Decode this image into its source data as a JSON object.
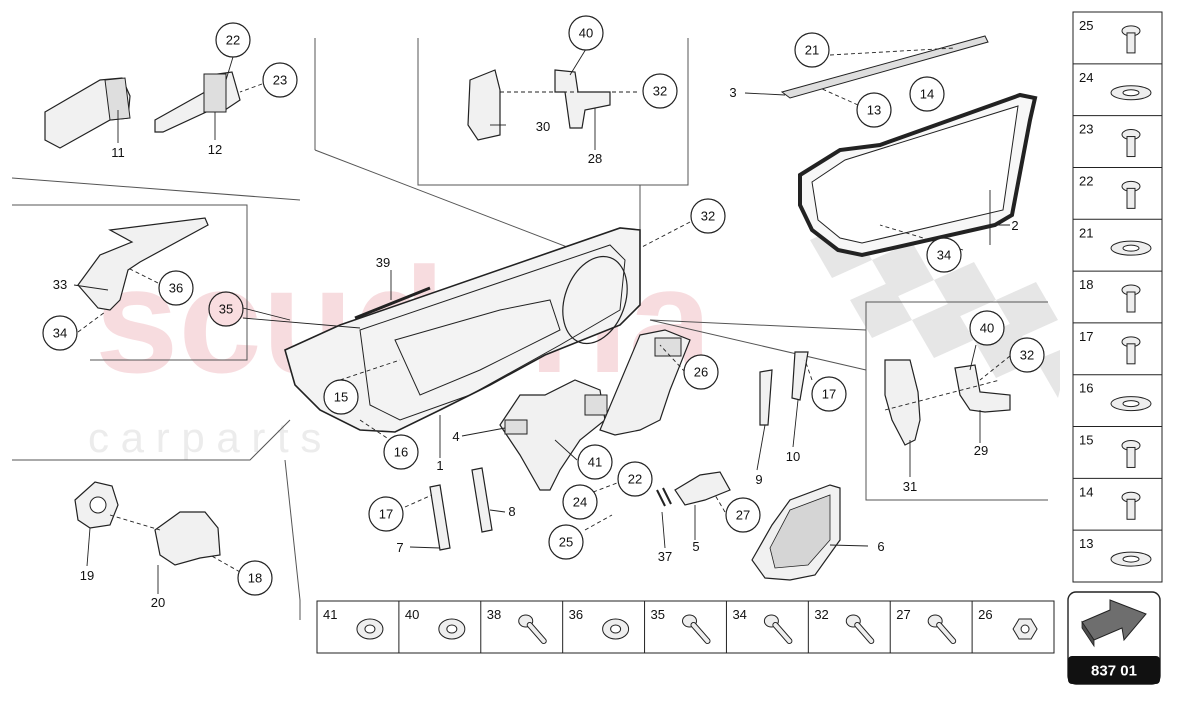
{
  "watermark": {
    "brand": "scuderia",
    "sub": "c a r p a r t s",
    "color": "#f3c6cb"
  },
  "callouts": [
    {
      "id": "c22",
      "label": "22"
    },
    {
      "id": "c23",
      "label": "23"
    },
    {
      "id": "c40a",
      "label": "40"
    },
    {
      "id": "c32a",
      "label": "32"
    },
    {
      "id": "c21",
      "label": "21"
    },
    {
      "id": "c13",
      "label": "13"
    },
    {
      "id": "c14",
      "label": "14"
    },
    {
      "id": "c32b",
      "label": "32"
    },
    {
      "id": "c34a",
      "label": "34"
    },
    {
      "id": "c36",
      "label": "36"
    },
    {
      "id": "c35",
      "label": "35"
    },
    {
      "id": "c34b",
      "label": "34"
    },
    {
      "id": "c15",
      "label": "15"
    },
    {
      "id": "c16",
      "label": "16"
    },
    {
      "id": "c26",
      "label": "26"
    },
    {
      "id": "c40b",
      "label": "40"
    },
    {
      "id": "c32c",
      "label": "32"
    },
    {
      "id": "c17a",
      "label": "17"
    },
    {
      "id": "c41",
      "label": "41"
    },
    {
      "id": "c22b",
      "label": "22"
    },
    {
      "id": "c24",
      "label": "24"
    },
    {
      "id": "c27",
      "label": "27"
    },
    {
      "id": "c25",
      "label": "25"
    },
    {
      "id": "c17b",
      "label": "17"
    },
    {
      "id": "c18",
      "label": "18"
    }
  ],
  "labels": [
    {
      "id": "l11",
      "text": "11"
    },
    {
      "id": "l12",
      "text": "12"
    },
    {
      "id": "l30",
      "text": "30"
    },
    {
      "id": "l28",
      "text": "28"
    },
    {
      "id": "l3",
      "text": "3"
    },
    {
      "id": "l2",
      "text": "2"
    },
    {
      "id": "l39",
      "text": "39"
    },
    {
      "id": "l33",
      "text": "33"
    },
    {
      "id": "l1",
      "text": "1"
    },
    {
      "id": "l4",
      "text": "4"
    },
    {
      "id": "l9",
      "text": "9"
    },
    {
      "id": "l10",
      "text": "10"
    },
    {
      "id": "l31",
      "text": "31"
    },
    {
      "id": "l29",
      "text": "29"
    },
    {
      "id": "l8",
      "text": "8"
    },
    {
      "id": "l7",
      "text": "7"
    },
    {
      "id": "l37",
      "text": "37"
    },
    {
      "id": "l5",
      "text": "5"
    },
    {
      "id": "l6",
      "text": "6"
    },
    {
      "id": "l19",
      "text": "19"
    },
    {
      "id": "l20",
      "text": "20"
    }
  ],
  "side_table": [
    "25",
    "24",
    "23",
    "22",
    "21",
    "18",
    "17",
    "16",
    "15",
    "14",
    "13"
  ],
  "bottom_table": [
    "41",
    "40",
    "38",
    "36",
    "35",
    "34",
    "32",
    "27",
    "26"
  ],
  "diagram_code": "837 01",
  "icons": {
    "next": "arrow-right-icon"
  }
}
